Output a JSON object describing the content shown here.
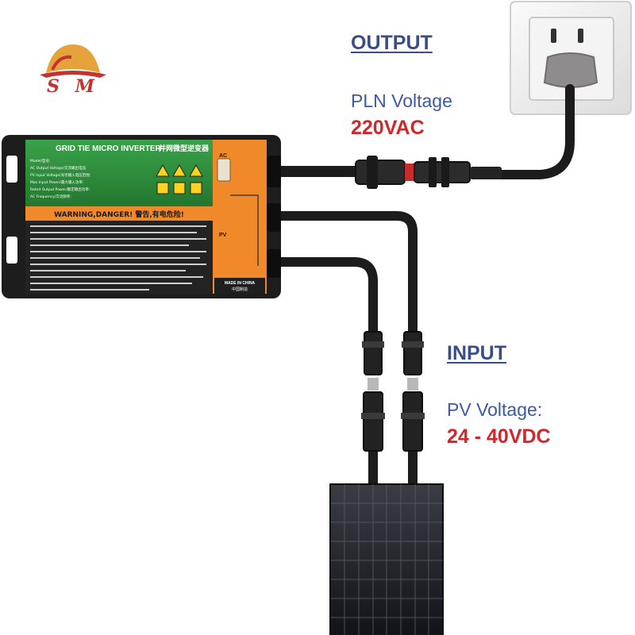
{
  "logo": {
    "text": "S M",
    "colors": {
      "gold": "#e6a33c",
      "red": "#c3332f"
    }
  },
  "output": {
    "heading": "OUTPUT",
    "label": "PLN Voltage",
    "value": "220VAC"
  },
  "input": {
    "heading": "INPUT",
    "label": "PV Voltage:",
    "value": "24 - 40VDC"
  },
  "inverter": {
    "title": "GRID TIE MICRO INVERTER",
    "title_cn": "并网微型逆变器",
    "warning": "WARNING,DANGER! 警告,有电危险!",
    "made_in": "MADE IN CHINA",
    "made_in_cn": "中国制造",
    "spec_lines": [
      "Model/型号:",
      "AC Output Voltage/交流输出电压:",
      "PV Input Voltage/光伏输入电压范围:",
      "Max Input Power/最大输入功率:",
      "Rated Output Power/额定输出功率:",
      "AC Frequency/交流频率:"
    ],
    "ac_label": "AC",
    "pv_label": "PV"
  },
  "colors": {
    "heading": "#3a4e86",
    "label": "#3d5aa3",
    "value": "#d1262b",
    "inverter_green": "#2f8f3c",
    "inverter_orange": "#f0892a",
    "cable": "#1c1c1c"
  }
}
